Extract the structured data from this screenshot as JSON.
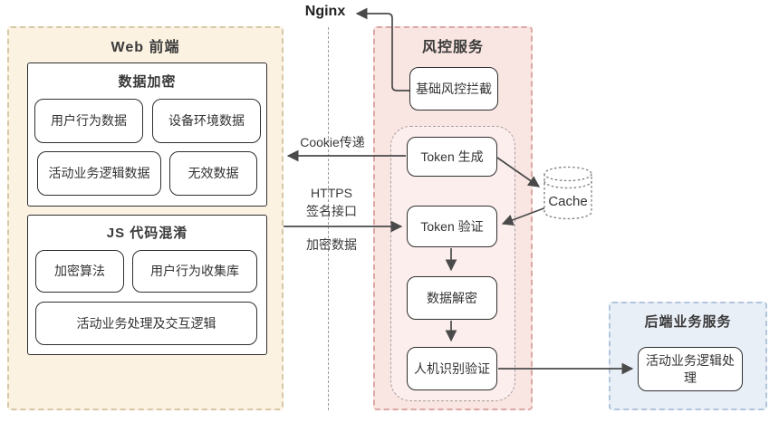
{
  "nginx": {
    "label": "Nginx"
  },
  "frontend": {
    "title": "Web 前端",
    "encryption": {
      "title": "数据加密",
      "item1": "用户行为数据",
      "item2": "设备环境数据",
      "item3": "活动业务逻辑数据",
      "item4": "无效数据"
    },
    "obfuscation": {
      "title": "JS 代码混淆",
      "item1": "加密算法",
      "item2": "用户行为收集库",
      "item3": "活动业务处理及交互逻辑"
    }
  },
  "risk": {
    "title": "风控服务",
    "intercept": "基础风控拦截",
    "token_gen": "Token 生成",
    "token_verify": "Token 验证",
    "decrypt": "数据解密",
    "human_verify": "人机识别验证"
  },
  "cache": {
    "label": "Cache"
  },
  "backend": {
    "title": "后端业务服务",
    "node": "活动业务逻辑处理"
  },
  "edges": {
    "cookie": "Cookie传递",
    "https_line1": "HTTPS",
    "https_line2": "签名接口",
    "encrypted": "加密数据"
  },
  "colors": {
    "frontend_bg": "#fbf2e2",
    "frontend_border": "#d8c7a6",
    "risk_bg": "#f9e5e2",
    "risk_border": "#dba7a2",
    "backend_bg": "#e9eff7",
    "backend_border": "#b1c5dc",
    "box_border": "#2f2f2f",
    "arrow": "#4a4a4a"
  }
}
